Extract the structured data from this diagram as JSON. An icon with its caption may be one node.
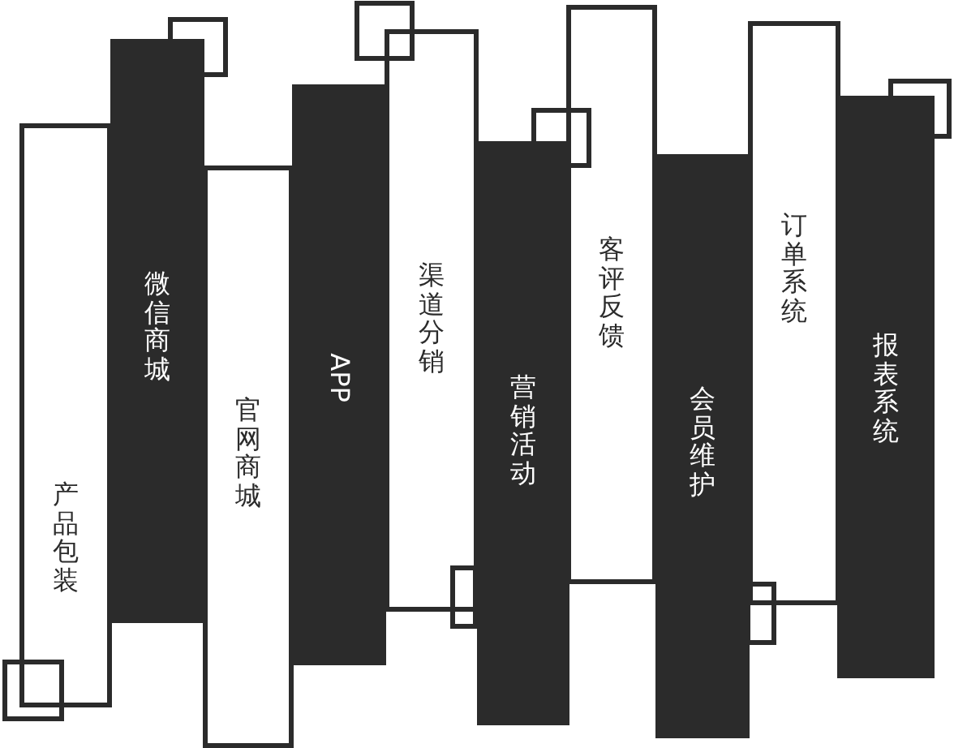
{
  "diagram": {
    "nodes": [
      {
        "text": [
          "产品包装"
        ]
      },
      {
        "text": [
          "微信商城"
        ]
      },
      {
        "text": [
          "官网商城"
        ]
      },
      {
        "text": [
          "APP"
        ]
      },
      {
        "text": [
          "渠道分销"
        ]
      },
      {
        "text": [
          "营销活动"
        ]
      },
      {
        "text": [
          "客评反馈"
        ]
      },
      {
        "text": [
          "会员维护"
        ]
      },
      {
        "text": [
          "订单系统"
        ]
      },
      {
        "text": [
          "报表系统"
        ]
      }
    ]
  }
}
